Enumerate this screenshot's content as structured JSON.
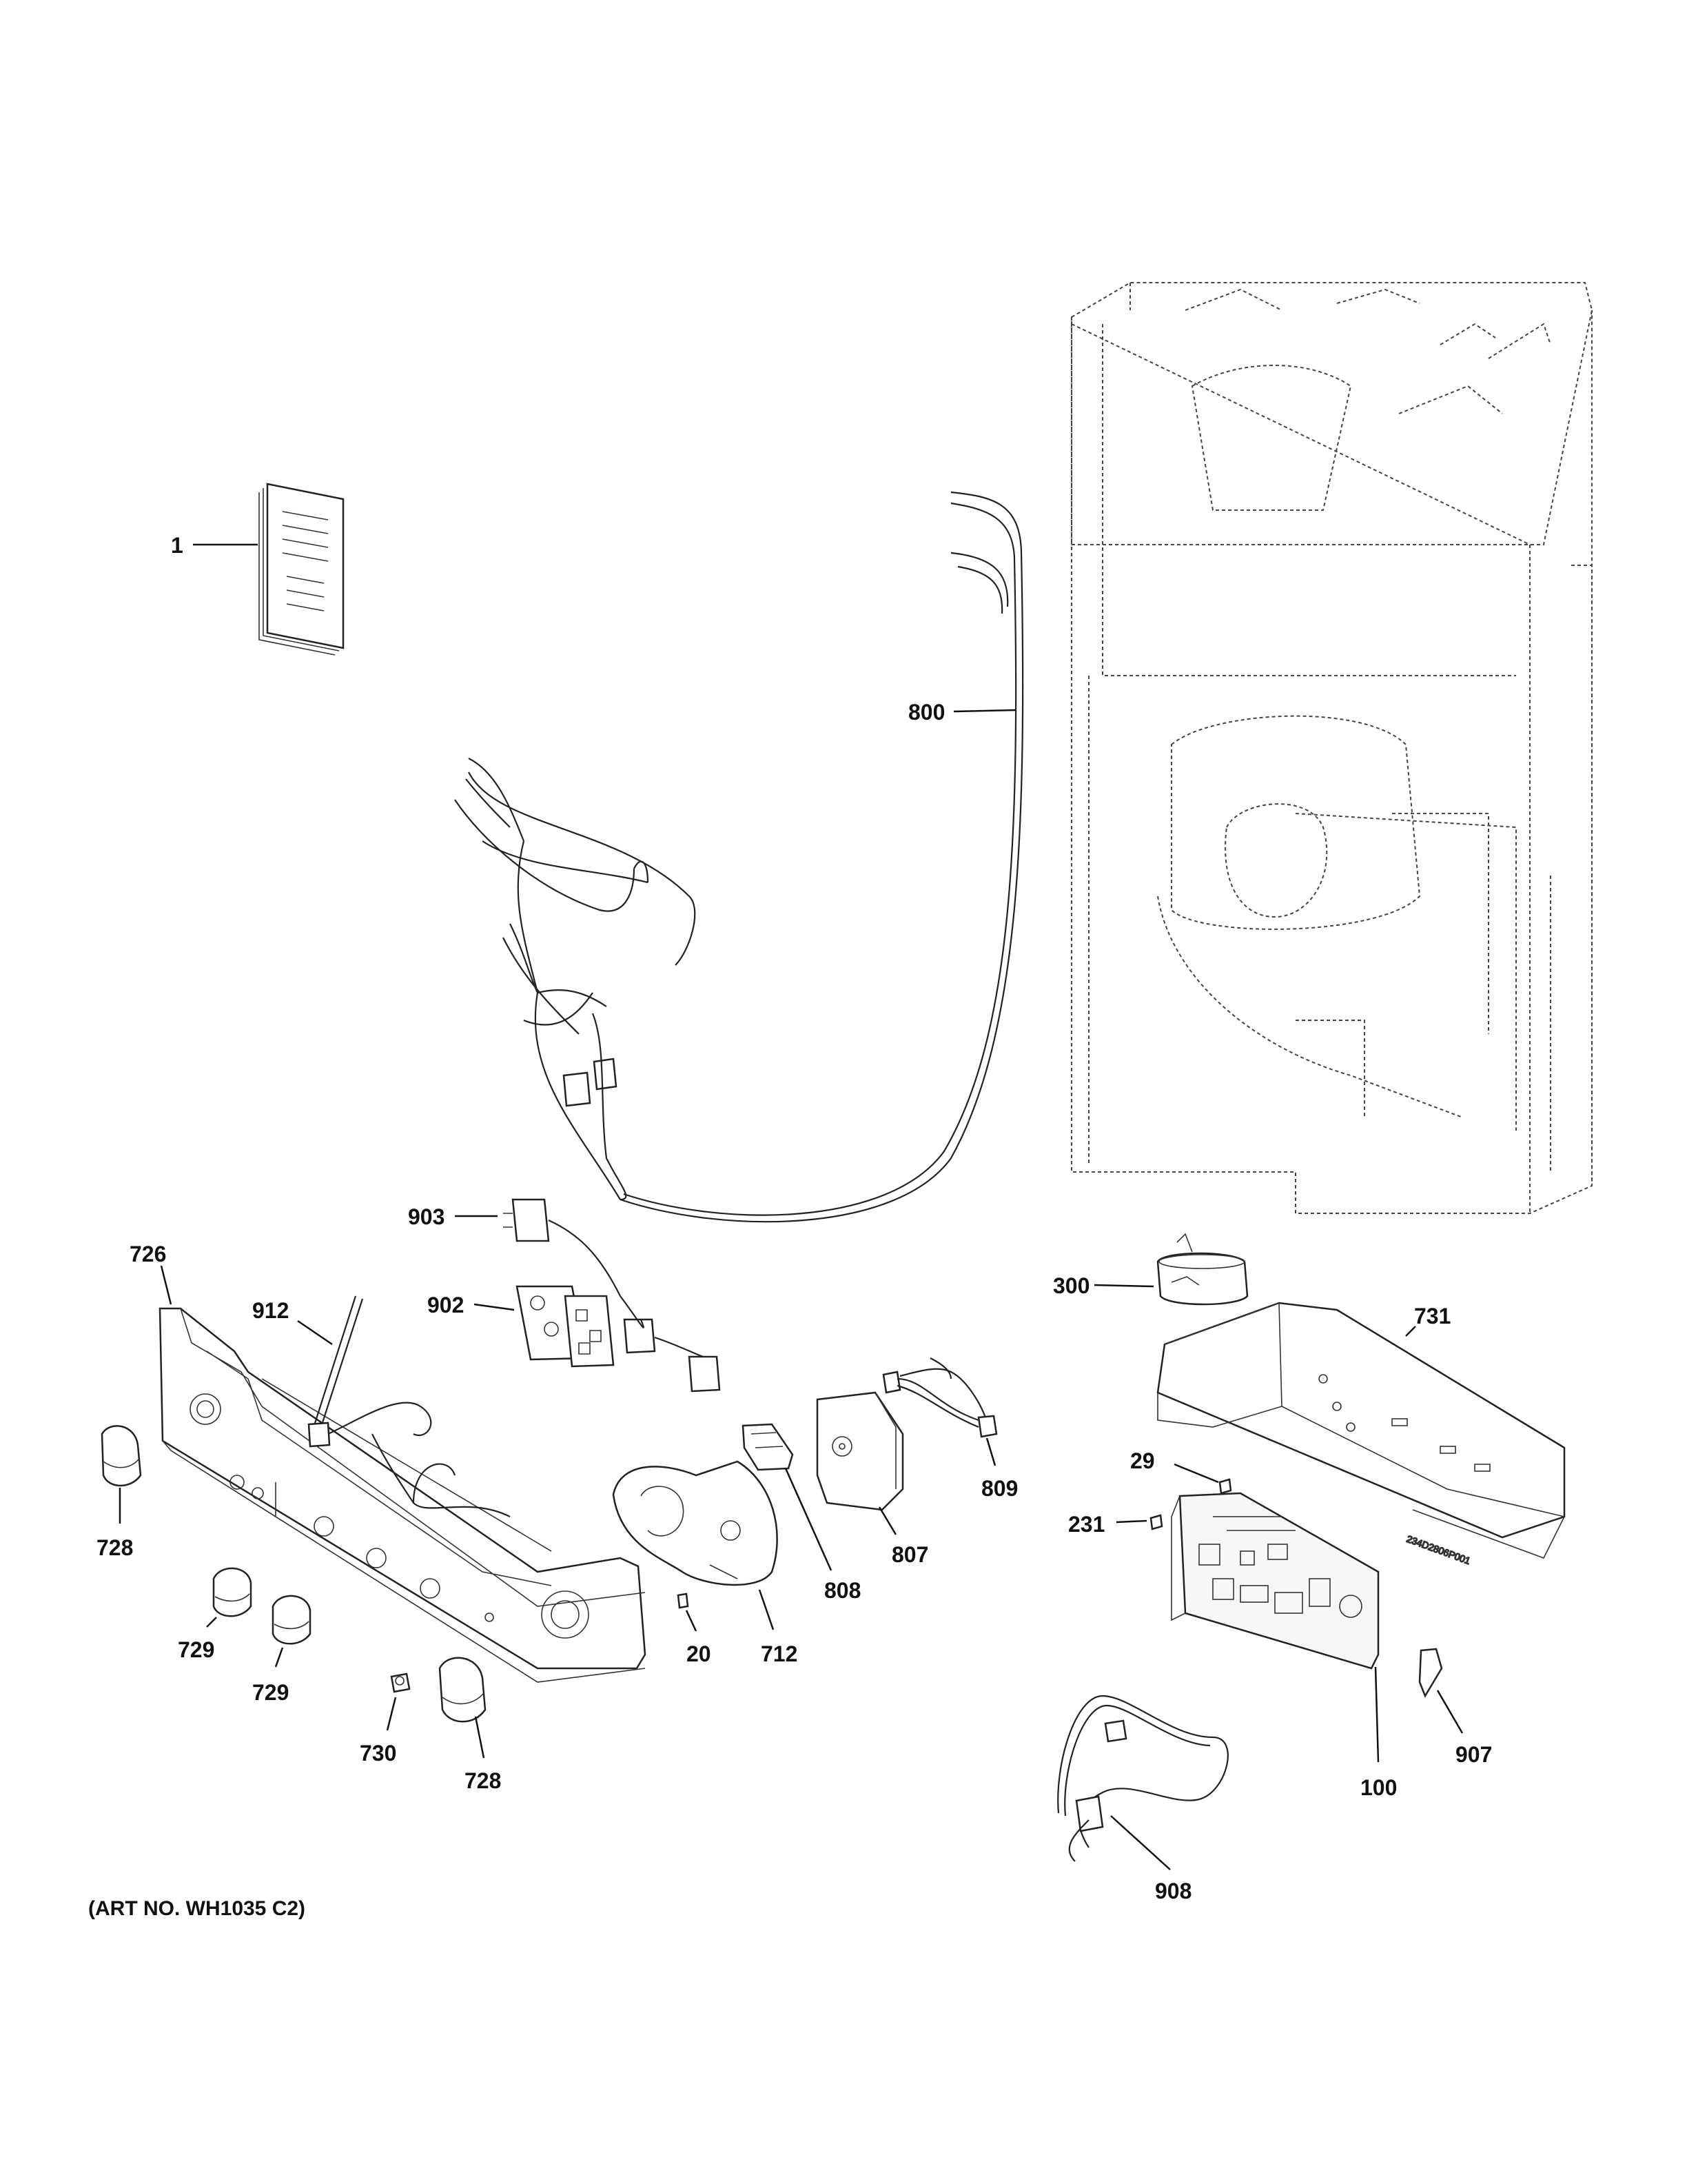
{
  "labels": {
    "l1": "1",
    "l800": "800",
    "l903": "903",
    "l726": "726",
    "l912": "912",
    "l902": "902",
    "l300": "300",
    "l731": "731",
    "l29": "29",
    "l231": "231",
    "l728a": "728",
    "l728b": "728",
    "l729a": "729",
    "l729b": "729",
    "l730": "730",
    "l20": "20",
    "l712": "712",
    "l808": "808",
    "l807": "807",
    "l809": "809",
    "l100": "100",
    "l907": "907",
    "l908": "908"
  },
  "footer": {
    "art_no": "(ART NO. WH1035 C2)"
  },
  "bracket_stamp": "234D2806P001"
}
